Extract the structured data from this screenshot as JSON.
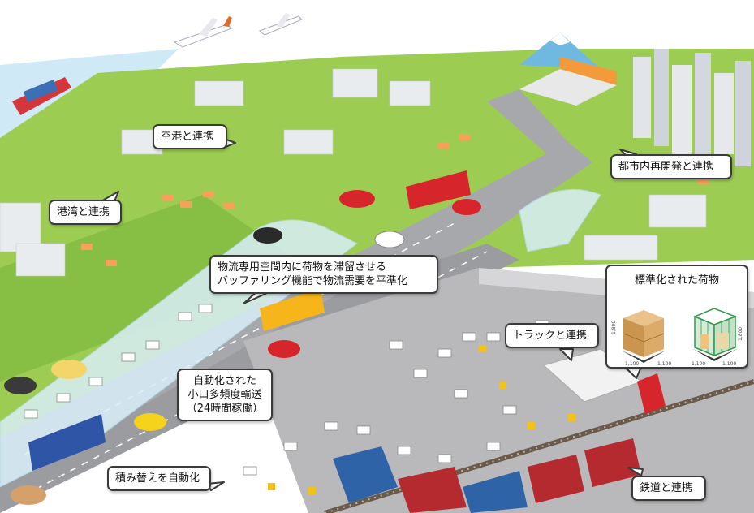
{
  "labels": {
    "airport": "空港と連携",
    "port": "港湾と連携",
    "urban": "都市内再開発と連携",
    "buffer": [
      "物流専用空間内に荷物を滞留させる",
      "バッファリング機能で物流需要を平準化"
    ],
    "automated": [
      "自動化された",
      "小口多頻度輸送",
      "（24時間稼働）"
    ],
    "truck": "トラックと連携",
    "transship": "積み替えを自動化",
    "rail": "鉄道と連携"
  },
  "cargo": {
    "title": "標準化された荷物",
    "dims_box": [
      "1,800",
      "1,100",
      "1,100"
    ],
    "dims_cage": [
      "1,800",
      "1,100",
      "1,100"
    ]
  },
  "colors": {
    "grass": "#9ccd52",
    "grass_dark": "#7fb83d",
    "road": "#a7a8ac",
    "underground": "#b9b9bb",
    "sea": "#c7e6f4",
    "sky": "#ffffff",
    "bus_red": "#d7262b",
    "bus_yellow": "#f5b51b",
    "bus_blue": "#2f55a6",
    "container_red": "#b52a2f",
    "container_blue": "#2f63a8",
    "tube": "#d9eef8"
  }
}
